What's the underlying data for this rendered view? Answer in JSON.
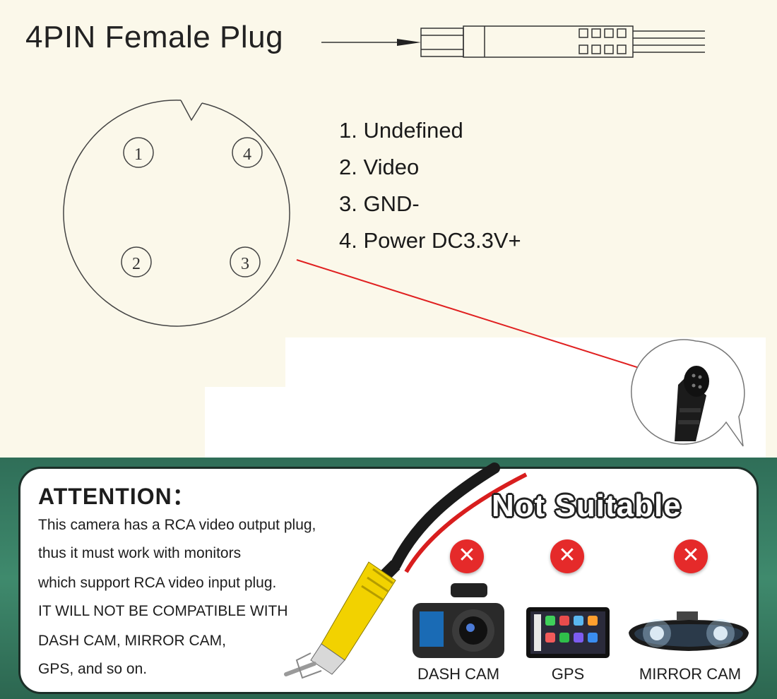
{
  "diagram": {
    "title": "4PIN Female Plug",
    "pins": {
      "p1": "1",
      "p2": "2",
      "p3": "3",
      "p4": "4"
    },
    "pin_list": [
      "1. Undefined",
      "2. Video",
      "3. GND-",
      "4. Power DC3.3V+"
    ]
  },
  "attention": {
    "heading": "ATTENTION：",
    "lines": [
      "This camera has a RCA video output plug,",
      "thus it must work with monitors",
      "which support RCA video input plug.",
      "IT WILL NOT BE COMPATIBLE WITH",
      "DASH CAM, MIRROR CAM,",
      "GPS, and so on."
    ]
  },
  "not_suitable": {
    "heading": "Not Suitable",
    "devices": [
      {
        "label": "DASH CAM",
        "icon": "dash-cam-icon",
        "mark": "✕"
      },
      {
        "label": "GPS",
        "icon": "gps-screen-icon",
        "mark": "✕"
      },
      {
        "label": "MIRROR CAM",
        "icon": "mirror-cam-icon",
        "mark": "✕"
      }
    ]
  },
  "colors": {
    "background": "#fbf8ea",
    "panel_green": "#3f8a6d",
    "wire_red": "#e02020",
    "rca_yellow": "#f2d200",
    "badge_red": "#e52a2a"
  }
}
